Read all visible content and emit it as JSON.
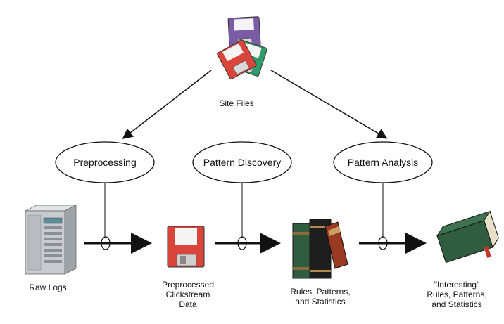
{
  "stages": [
    {
      "id": "preprocessing",
      "label": "Preprocessing"
    },
    {
      "id": "pattern-discovery",
      "label": "Pattern Discovery"
    },
    {
      "id": "pattern-analysis",
      "label": "Pattern Analysis"
    }
  ],
  "items": {
    "site_files": "Site Files",
    "raw_logs": "Raw Logs",
    "clickstream": [
      "Preprocessed",
      "Clickstream",
      "Data"
    ],
    "rules": [
      "Rules, Patterns,",
      "and Statistics"
    ],
    "interesting": [
      "\"Interesting\"",
      "Rules, Patterns,",
      "and Statistics"
    ]
  },
  "colors": {
    "disk_purple": "#7b5aa6",
    "disk_green": "#2f9a6a",
    "disk_red": "#d9453a",
    "book_green": "#2f5d3e",
    "book_dark": "#1e1e1e",
    "book_brown": "#9a3a22",
    "server_gray": "#c8ccd0"
  },
  "icons": [
    "floppy-disk-icon",
    "server-icon",
    "books-icon",
    "book-icon"
  ]
}
